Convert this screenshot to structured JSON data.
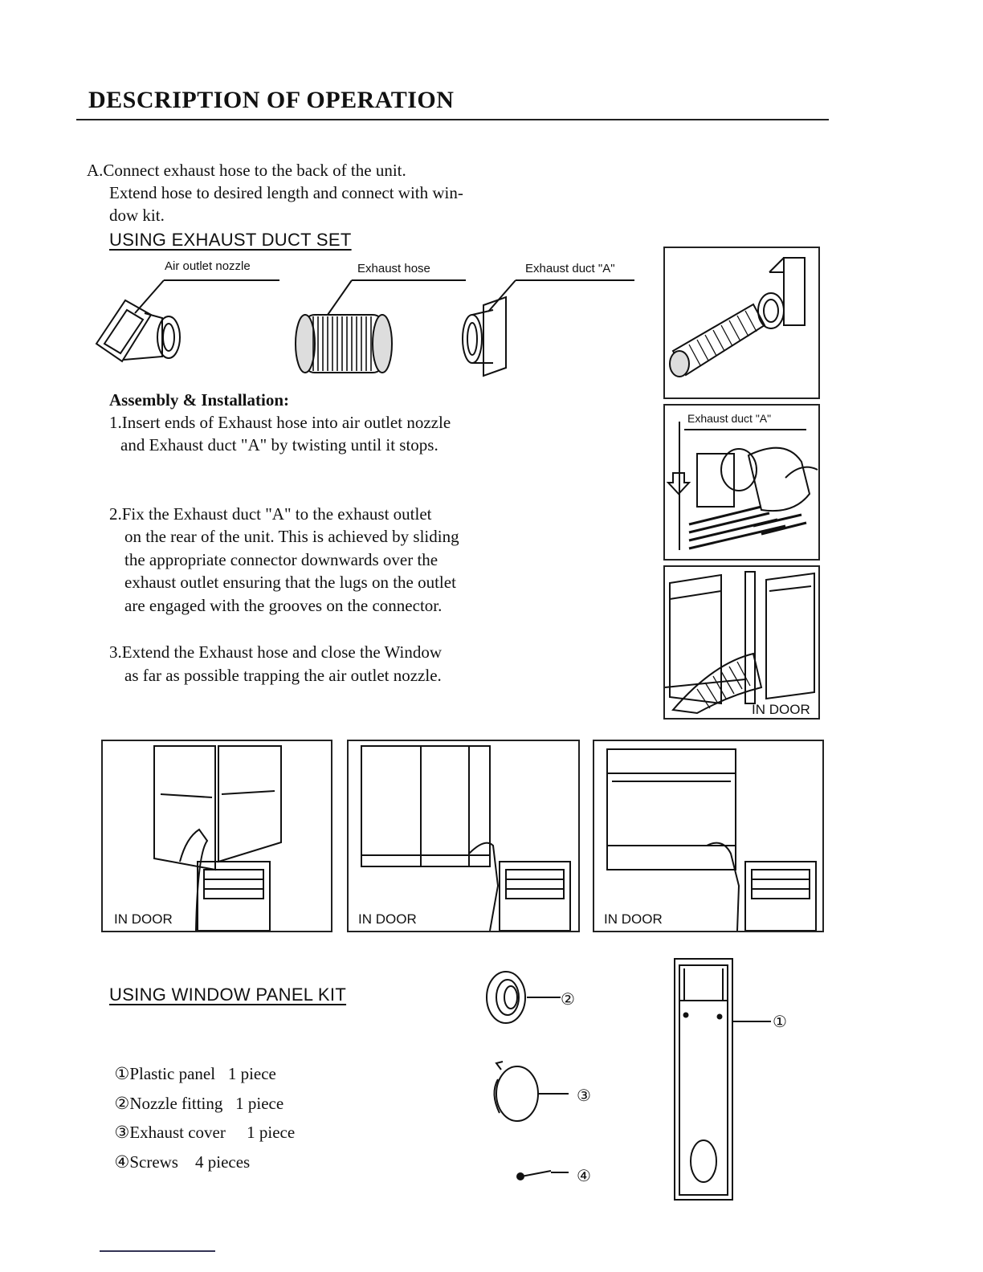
{
  "page": {
    "title": "DESCRIPTION OF OPERATION",
    "step_a": {
      "line1": "A.Connect exhaust hose to the back of the unit.",
      "line2": "Extend hose to desired length and connect with win-",
      "line3": "dow kit."
    },
    "duct_set": {
      "heading": "USING EXHAUST DUCT SET",
      "labels": {
        "nozzle": "Air outlet nozzle",
        "hose": "Exhaust hose",
        "duct": "Exhaust duct \"A\""
      }
    },
    "assembly": {
      "heading": "Assembly & Installation:",
      "step1": {
        "line1": "1.Insert ends of Exhaust hose into air outlet nozzle",
        "line2": "and Exhaust duct \"A\" by twisting until it stops."
      },
      "step2": {
        "line1": "2.Fix the Exhaust duct \"A\" to the exhaust outlet",
        "line2": "on the rear of the unit. This is achieved by sliding",
        "line3": "the appropriate connector downwards over the",
        "line4": "exhaust outlet ensuring that the lugs on the outlet",
        "line5": "are engaged with the grooves on the connector."
      },
      "step3": {
        "line1": "3.Extend the Exhaust hose and close the Window",
        "line2": "as far as possible trapping the air outlet nozzle."
      }
    },
    "right_panels": {
      "duct_label": "Exhaust duct \"A\"",
      "indoor": "IN DOOR"
    },
    "bottom_panels": {
      "indoor1": "IN DOOR",
      "indoor2": "IN DOOR",
      "indoor3": "IN DOOR"
    },
    "window_kit": {
      "heading": "USING WINDOW PANEL KIT",
      "items": [
        {
          "num": "①",
          "name": "Plastic panel",
          "qty": "1 piece"
        },
        {
          "num": "②",
          "name": "Nozzle fitting",
          "qty": "1 piece"
        },
        {
          "num": "③",
          "name": "Exhaust cover",
          "qty": "1 piece"
        },
        {
          "num": "④",
          "name": "Screws",
          "qty": "4 pieces"
        }
      ],
      "callouts": {
        "panel": "①",
        "nozzle": "②",
        "cover": "③",
        "screw": "④"
      }
    }
  }
}
